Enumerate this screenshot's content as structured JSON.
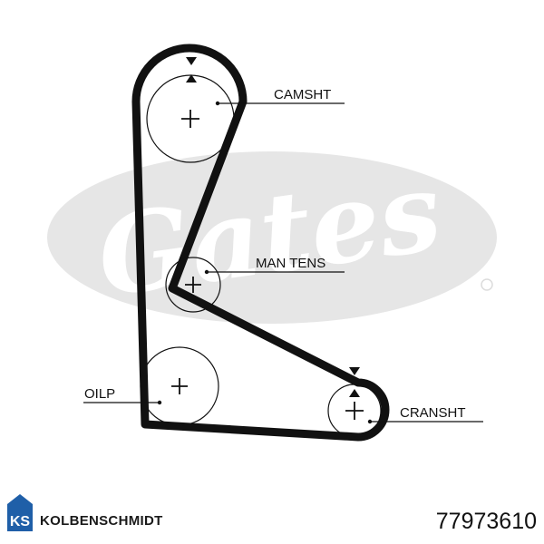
{
  "watermark": {
    "text": "Gates",
    "color": "#e6e6e6"
  },
  "labels": {
    "camshaft": "CAMSHT",
    "tensioner": "MAN TENS",
    "oil_pump": "OILP",
    "crankshaft": "CRANSHT"
  },
  "brand": {
    "name": "KOLBENSCHMIDT",
    "logo_color": "#1f5fa8"
  },
  "part_number": "77973610",
  "colors": {
    "belt": "#111111",
    "pulley": "#111111"
  }
}
